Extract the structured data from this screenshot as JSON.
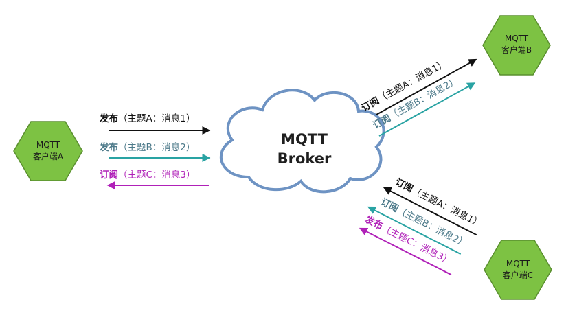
{
  "colors": {
    "hexagon_fill": "#7dc243",
    "hexagon_stroke": "#5a8f2f",
    "cloud_stroke": "#6e93c3",
    "black": "#111111",
    "teal": "#29a3a3",
    "teal_text": "#4d7a8a",
    "magenta": "#b021b8"
  },
  "brokers": {
    "label_line1": "MQTT",
    "label_line2": "Broker"
  },
  "clients": {
    "a": {
      "line1": "MQTT",
      "line2": "客户端A"
    },
    "b": {
      "line1": "MQTT",
      "line2": "客户端B"
    },
    "c": {
      "line1": "MQTT",
      "line2": "客户端C"
    }
  },
  "messages": {
    "a1": {
      "action": "发布",
      "detail": "（主题A：消息1）",
      "color": "black",
      "direction": "to-broker"
    },
    "a2": {
      "action": "发布",
      "detail": "（主题B：消息2）",
      "color": "teal",
      "direction": "to-broker"
    },
    "a3": {
      "action": "订阅",
      "detail": "（主题C：消息3）",
      "color": "magenta",
      "direction": "to-client"
    },
    "b1": {
      "action": "订阅",
      "detail": "（主题A：消息1）",
      "color": "black",
      "direction": "to-client"
    },
    "b2": {
      "action": "订阅",
      "detail": "（主题B：消息2）",
      "color": "teal",
      "direction": "to-client"
    },
    "c1": {
      "action": "订阅",
      "detail": "（主题A：消息1）",
      "color": "black",
      "direction": "to-client"
    },
    "c2": {
      "action": "订阅",
      "detail": "（主题B：消息2）",
      "color": "teal",
      "direction": "to-client"
    },
    "c3": {
      "action": "发布",
      "detail": "（主题C：消息3）",
      "color": "magenta",
      "direction": "to-broker"
    }
  }
}
